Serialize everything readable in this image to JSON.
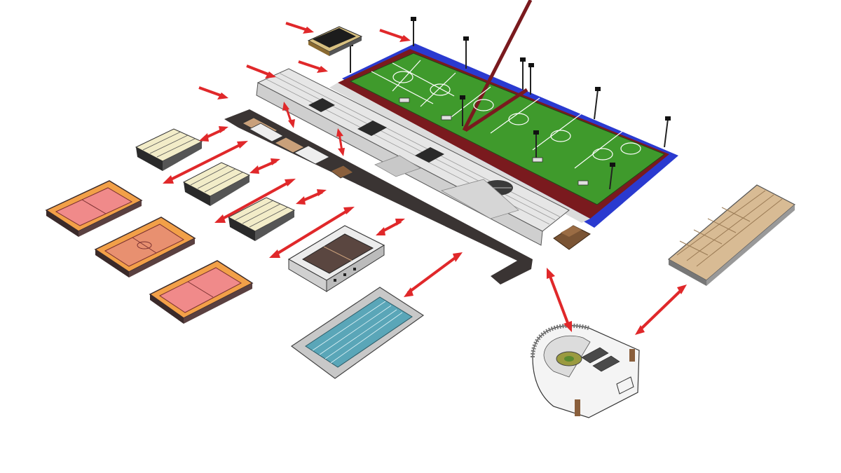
{
  "diagram": {
    "kind": "exploded-axonometric-sports-complex",
    "colors": {
      "arrow": "#e0282a",
      "turf": "#3f9a2c",
      "turf_line": "#ffffff",
      "track": "#7a1a1e",
      "border_blue": "#2233cc",
      "dark_base": "#3a3433",
      "grandstand": "#e8e8e8",
      "grandstand_dark": "#2a2a2a",
      "court_red": "#f08a8a",
      "court_orange": "#f2a048",
      "court_frame": "#3a2a2a",
      "bleacher": "#f2ecc8",
      "pool_water": "#5aa6b8",
      "pool_deck": "#bdbdbd",
      "roof_tan": "#d8bb94",
      "stadium_white": "#f4f4f4",
      "wood": "#7a5434"
    },
    "components": [
      {
        "id": "scoreboard",
        "icon": "scoreboard-block"
      },
      {
        "id": "football-pitches",
        "icon": "turf-fields"
      },
      {
        "id": "main-grandstand",
        "icon": "grandstand"
      },
      {
        "id": "dark-base-podium",
        "icon": "podium"
      },
      {
        "id": "bleacher-1",
        "icon": "bleacher"
      },
      {
        "id": "bleacher-2",
        "icon": "bleacher"
      },
      {
        "id": "bleacher-3",
        "icon": "bleacher"
      },
      {
        "id": "tennis-court-1",
        "icon": "court"
      },
      {
        "id": "basketball-court",
        "icon": "court"
      },
      {
        "id": "tennis-court-2",
        "icon": "court"
      },
      {
        "id": "indoor-arena",
        "icon": "arena"
      },
      {
        "id": "swimming-pool",
        "icon": "pool"
      },
      {
        "id": "stadium-bowl",
        "icon": "stadium"
      },
      {
        "id": "roof-pavilion",
        "icon": "roof"
      }
    ]
  }
}
